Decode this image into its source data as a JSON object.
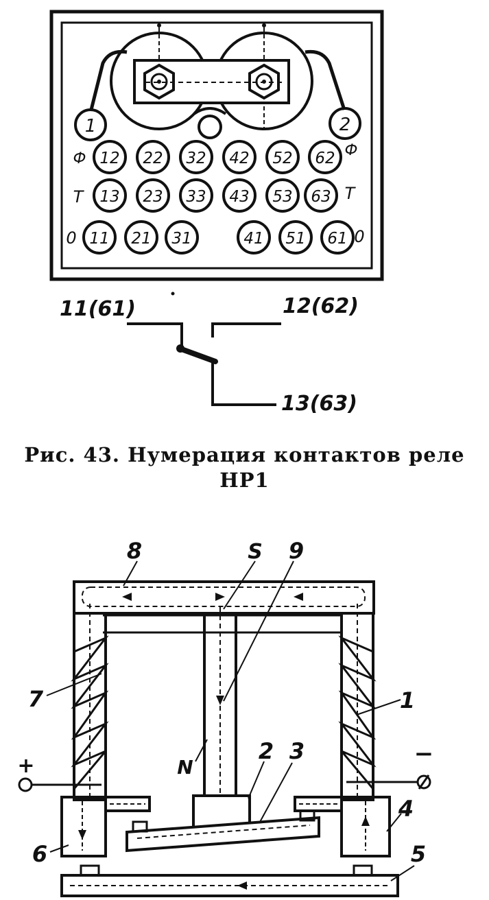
{
  "figure_43": {
    "caption_line1": "Рис. 43. Нумерация контактов реле",
    "caption_line2": "НР1",
    "terminals": {
      "left": "1",
      "right": "2"
    },
    "row_labels": {
      "f_left": "Ф",
      "f_right": "Ф",
      "t_left": "Т",
      "t_right": "Т",
      "o_left": "0",
      "o_right": "0"
    },
    "contact_rows": {
      "row_f": [
        "12",
        "22",
        "32",
        "42",
        "52",
        "62"
      ],
      "row_t": [
        "13",
        "23",
        "33",
        "43",
        "53",
        "63"
      ],
      "row_o": [
        "11",
        "21",
        "31",
        "41",
        "51",
        "61"
      ]
    },
    "scheme_labels": {
      "left": "11(61)",
      "top_right": "12(62)",
      "bottom_right": "13(63)"
    }
  },
  "figure_44": {
    "labels": {
      "n8": "8",
      "s": "S",
      "n9": "9",
      "n7": "7",
      "n1": "1",
      "plus": "+",
      "minus": "−",
      "n": "N",
      "n2": "2",
      "n3": "3",
      "n4": "4",
      "n6": "6",
      "n5": "5"
    }
  }
}
